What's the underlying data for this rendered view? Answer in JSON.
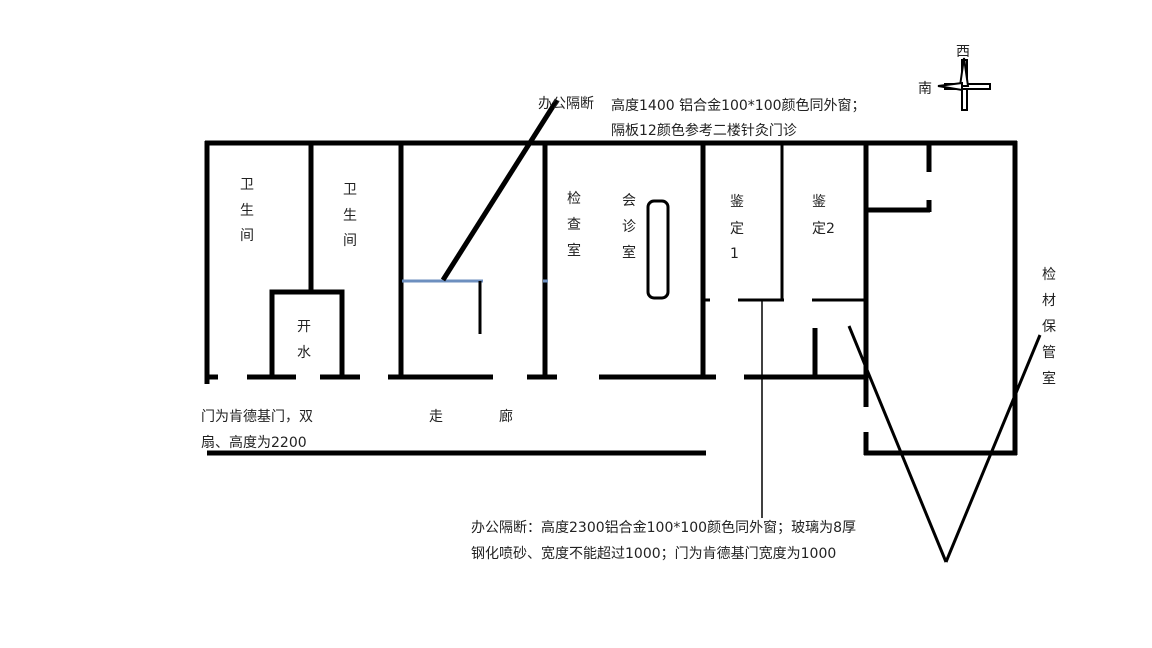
{
  "compass": {
    "north_label": "西",
    "west_label": "南"
  },
  "rooms": {
    "toilet1": [
      "卫",
      "生",
      "间"
    ],
    "toilet2": [
      "卫",
      "生",
      "间"
    ],
    "boiling_water": [
      "开",
      "水"
    ],
    "exam_room": [
      "检",
      "查",
      "室"
    ],
    "consult_room": [
      "会",
      "诊",
      "室"
    ],
    "appraisal1": [
      "鉴",
      "定",
      "1"
    ],
    "appraisal2": [
      "鉴",
      "定2"
    ],
    "storage": [
      "检",
      "材",
      "保",
      "管",
      "室"
    ],
    "corridor": [
      "走",
      "廊"
    ]
  },
  "notes": {
    "partition_title": "办公隔断",
    "partition_spec": [
      "高度1400 铝合金100*100颜色同外窗；",
      "隔板12颜色参考二楼针灸门诊"
    ],
    "door_note": [
      "门为肯德基门，双",
      "扇、高度为2200"
    ],
    "bottom_note": [
      "办公隔断：高度2300铝合金100*100颜色同外窗；玻璃为8厚",
      "钢化喷砂、宽度不能超过1000；门为肯德基门宽度为1000"
    ]
  }
}
